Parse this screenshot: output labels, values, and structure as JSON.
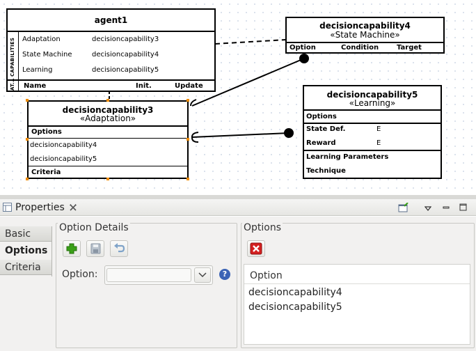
{
  "diagram": {
    "agent": {
      "title": "agent1",
      "capabilities_label": "CAPABILITIES",
      "attributes_label": "AT...",
      "capabilities": [
        {
          "name": "Adaptation",
          "value": "decisioncapability3"
        },
        {
          "name": "State Machine",
          "value": "decisioncapability4"
        },
        {
          "name": "Learning",
          "value": "decisioncapability5"
        }
      ],
      "attr_headers": {
        "name": "Name",
        "init": "Init.",
        "update": "Update"
      }
    },
    "dc4": {
      "title": "decisioncapability4",
      "stereotype": "«State Machine»",
      "headers": {
        "option": "Option",
        "condition": "Condition",
        "target": "Target"
      }
    },
    "dc3": {
      "title": "decisioncapability3",
      "stereotype": "«Adaptation»",
      "options_label": "Options",
      "options": [
        "decisioncapability4",
        "decisioncapability5"
      ],
      "criteria_label": "Criteria"
    },
    "dc5": {
      "title": "decisioncapability5",
      "stereotype": "«Learning»",
      "options_label": "Options",
      "state_def_label": "State Def.",
      "state_def_value": "E",
      "reward_label": "Reward",
      "reward_value": "E",
      "learning_params_label": "Learning Parameters",
      "technique_label": "Technique"
    }
  },
  "properties": {
    "title": "Properties",
    "close_icon": "close-icon",
    "toolbar_icons": [
      "pin-icon",
      "view-menu-icon",
      "minimize-icon",
      "maximize-icon"
    ],
    "tabs": [
      "Basic",
      "Options",
      "Criteria"
    ],
    "selected_tab": "Options",
    "option_details": {
      "title": "Option Details",
      "buttons": [
        "add-icon",
        "save-icon",
        "undo-icon"
      ],
      "option_label": "Option:",
      "option_value": "",
      "help_icon": "?"
    },
    "options": {
      "title": "Options",
      "delete_icon": "delete-icon",
      "column_header": "Option",
      "items": [
        "decisioncapability4",
        "decisioncapability5"
      ]
    }
  },
  "colors": {
    "selection_handle": "#f08c00",
    "canvas_grid": "#cfd8e6",
    "panel_bg": "#f2f1f0",
    "add_green": "#3aa017",
    "delete_red": "#d42020",
    "help_blue": "#3b63b5"
  }
}
